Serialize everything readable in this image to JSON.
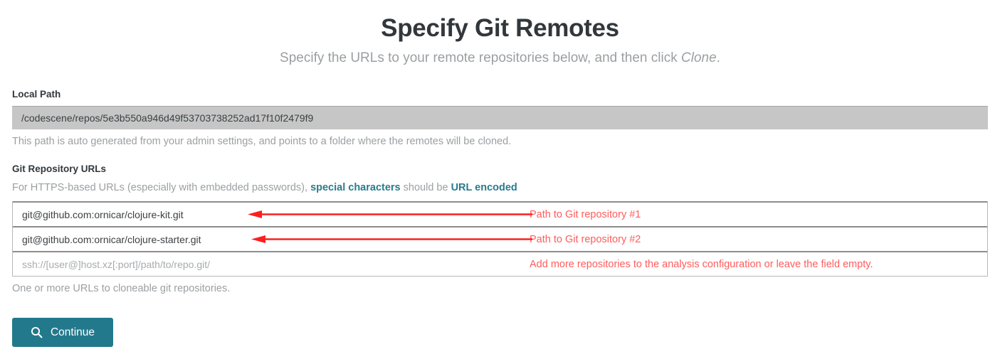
{
  "header": {
    "title": "Specify Git Remotes",
    "subtitle_before": "Specify the URLs to your remote repositories below, and then click ",
    "subtitle_emphasis": "Clone",
    "subtitle_after": "."
  },
  "local_path": {
    "label": "Local Path",
    "value": "/codescene/repos/5e3b550a946d49f53703738252ad17f10f2479f9",
    "help": "This path is auto generated from your admin settings, and points to a folder where the remotes will be cloned."
  },
  "git_urls": {
    "label": "Git Repository URLs",
    "help_part1": "For HTTPS-based URLs (especially with embedded passwords), ",
    "help_link1": "special characters",
    "help_part2": " should be ",
    "help_link2": "URL encoded",
    "rows": [
      {
        "value": "git@github.com:ornicar/clojure-kit.git",
        "placeholder": "",
        "annotation": "Path to Git repository #1",
        "has_arrow": true
      },
      {
        "value": "git@github.com:ornicar/clojure-starter.git",
        "placeholder": "",
        "annotation": "Path to Git repository #2",
        "has_arrow": true
      },
      {
        "value": "",
        "placeholder": "ssh://[user@]host.xz[:port]/path/to/repo.git/",
        "annotation": "Add more repositories to the analysis configuration or leave the field empty.",
        "has_arrow": false
      }
    ],
    "footer_help": "One or more URLs to cloneable git repositories."
  },
  "continue_button": {
    "label": "Continue",
    "icon": "search-icon"
  },
  "colors": {
    "accent_teal": "#23798c",
    "link_teal": "#2a7b8c",
    "annotation_red": "#ff5c5c",
    "arrow_red": "#fa2020",
    "readonly_gray": "#c6c6c6",
    "muted_text": "#9b9fa2",
    "body_text": "#32373b"
  }
}
